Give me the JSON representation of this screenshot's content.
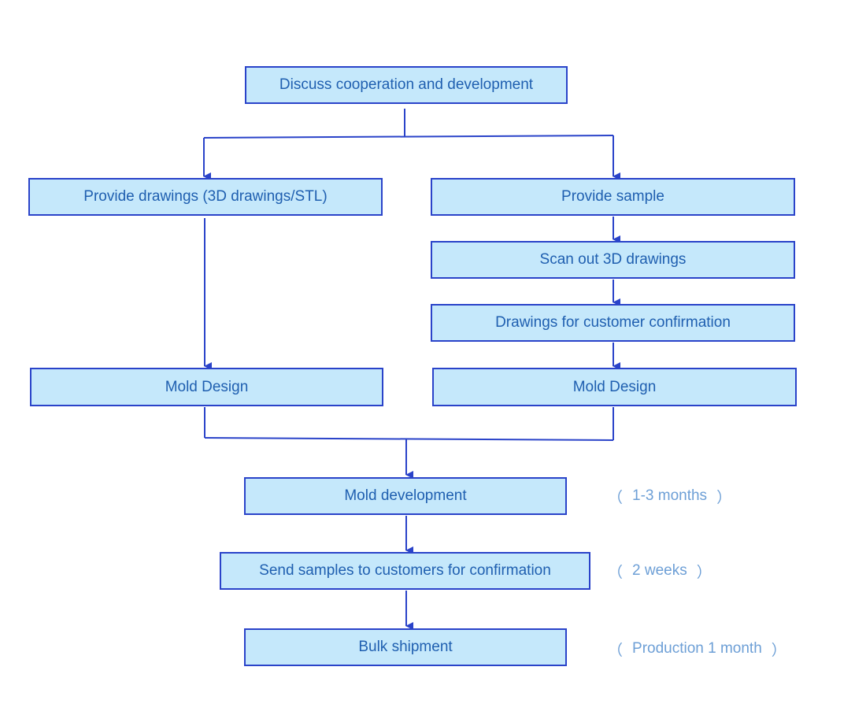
{
  "flowchart": {
    "nodes": {
      "discuss": "Discuss cooperation and development",
      "provide_drawings": "Provide drawings (3D drawings/STL)",
      "provide_sample": "Provide sample",
      "scan_3d": "Scan out 3D drawings",
      "customer_confirm_drawings": "Drawings for customer confirmation",
      "mold_design_left": "Mold Design",
      "mold_design_right": "Mold Design",
      "mold_development": "Mold development",
      "send_samples": "Send samples to customers for confirmation",
      "bulk_shipment": "Bulk shipment"
    },
    "notes": {
      "mold_development": "1-3 months",
      "send_samples": "2 weeks",
      "bulk_shipment": "Production 1 month"
    },
    "paren_open": "（",
    "paren_close": "）"
  },
  "colors": {
    "box_fill": "#c5e8fb",
    "box_border": "#2a43c9",
    "box_text": "#1f5fb0",
    "connector": "#2a43c9",
    "note_text": "#6d9fd6"
  }
}
